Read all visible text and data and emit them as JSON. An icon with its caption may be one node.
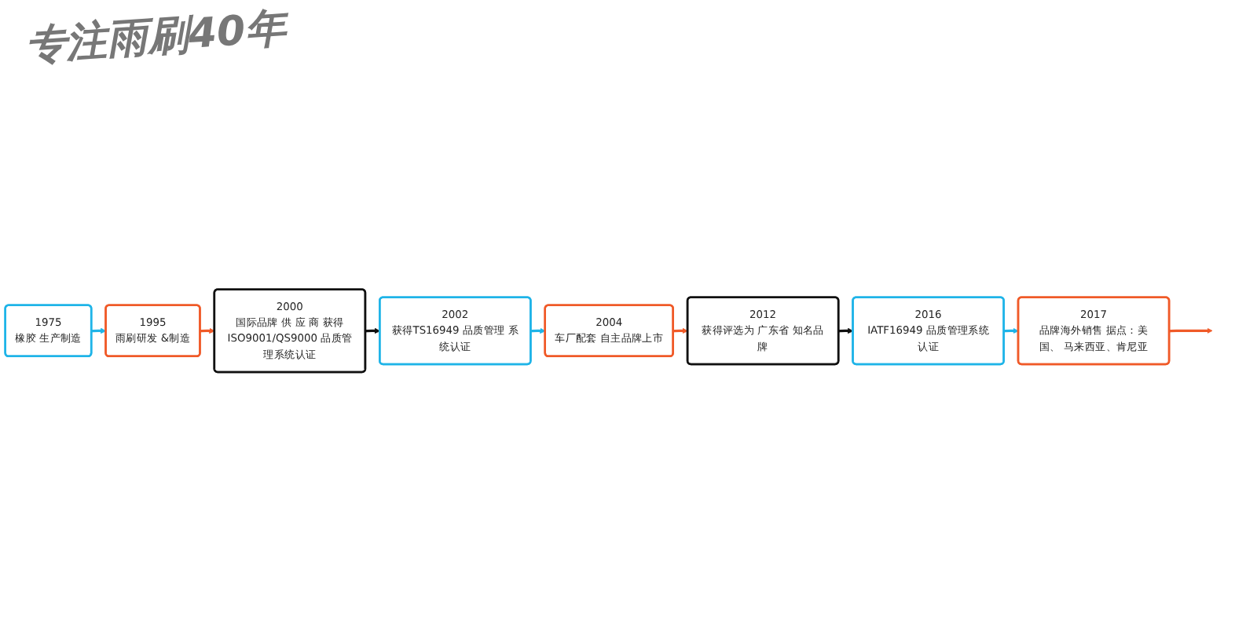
{
  "diagram": {
    "title": "专注雨刷40年",
    "nodes": [
      {
        "text": [
          "1975",
          "橡胶 生产制造"
        ]
      },
      {
        "text": [
          "1995",
          "雨刷研发 &制造"
        ]
      },
      {
        "text": [
          "2000",
          "国际品牌 供 应 商 获得ISO9001/QS9000 品质管理系统认证"
        ]
      },
      {
        "text": [
          "2002",
          "获得TS16949 品质管理 系统认证"
        ]
      },
      {
        "text": [
          "2004",
          "车厂配套 自主品牌上市"
        ]
      },
      {
        "text": [
          "2012",
          "获得评选为 广东省 知名品牌"
        ]
      },
      {
        "text": [
          "2016",
          "IATF16949 品质管理系统认证"
        ]
      },
      {
        "text": [
          "2017",
          "品牌海外销售 据点：美国、 马来西亚、肯尼亚"
        ]
      }
    ],
    "edges": [
      {
        "from": 0,
        "to": 1,
        "arrow": "to",
        "color": "#1fb4e8"
      },
      {
        "from": 1,
        "to": 2,
        "arrow": "to",
        "color": "#f05a28"
      },
      {
        "from": 2,
        "to": 3,
        "arrow": "to",
        "color": "#111111"
      },
      {
        "from": 3,
        "to": 4,
        "arrow": "to",
        "color": "#1fb4e8"
      },
      {
        "from": 4,
        "to": 5,
        "arrow": "to",
        "color": "#f05a28"
      },
      {
        "from": 5,
        "to": 6,
        "arrow": "to",
        "color": "#111111"
      },
      {
        "from": 6,
        "to": 7,
        "arrow": "to",
        "color": "#1fb4e8"
      },
      {
        "from": 7,
        "to": null,
        "arrow": "to",
        "color": "#f05a28"
      }
    ]
  }
}
